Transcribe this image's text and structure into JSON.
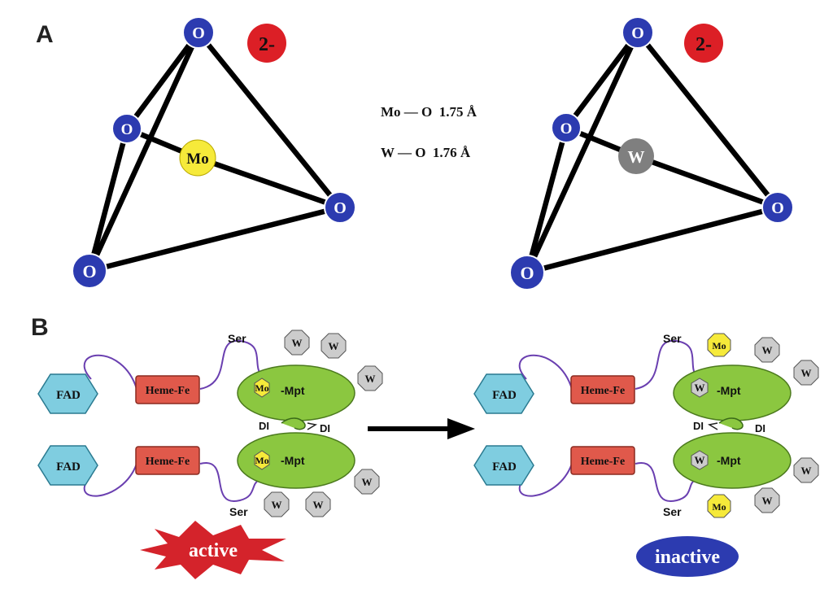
{
  "panel_a": {
    "letter": "A",
    "oxygen": "O",
    "charge": "2-",
    "mo_center": "Mo",
    "w_center": "W",
    "bond_lengths": [
      "Mo — O  1.75 Å",
      "W — O  1.76 Å"
    ]
  },
  "panel_b": {
    "letter": "B",
    "fad": "FAD",
    "heme": "Heme-Fe",
    "mpt": "-Mpt",
    "mo": "Mo",
    "w": "W",
    "ser": "Ser",
    "di": "DI",
    "active": "active",
    "inactive": "inactive"
  },
  "colors": {
    "oxygen": "#2c3bb0",
    "charge": "#dc1f26",
    "mo": "#f6ea3a",
    "w_atom": "#7f7f7f",
    "fad": "#7fcde0",
    "heme": "#e0594b",
    "mpt": "#8bc740",
    "w_octagon": "#cccccc",
    "linker": "#6a3fb0",
    "active_burst": "#d4232b",
    "inactive_ellipse": "#2c3bb0"
  }
}
